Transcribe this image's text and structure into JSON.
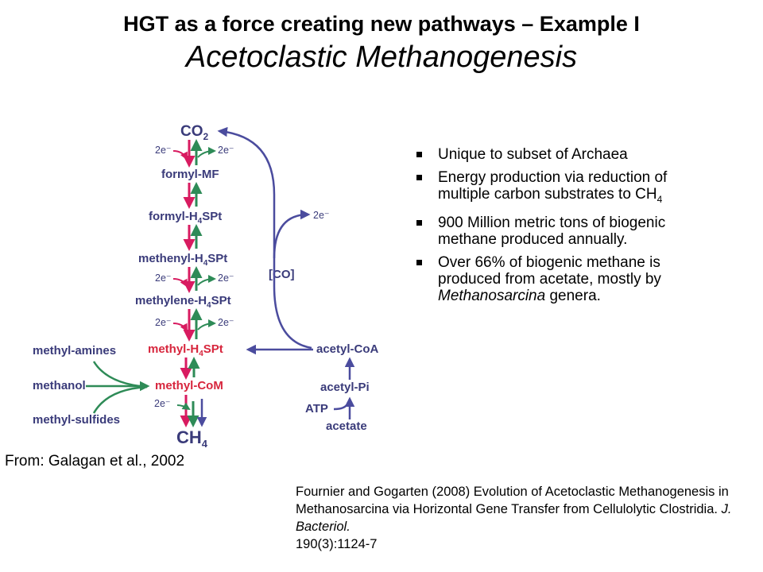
{
  "title": {
    "line1": "HGT as a force creating new pathways – Example I",
    "line2": "Acetoclastic Methanogenesis"
  },
  "diagram": {
    "labels": {
      "co2": "CO",
      "co2_sub": "2",
      "formyl_mf": "formyl-MF",
      "formyl_h4spt": "formyl-H",
      "formyl_h4spt_sub": "4",
      "formyl_h4spt_tail": "SPt",
      "methenyl_h4spt": "methenyl-H",
      "methenyl_h4spt_sub": "4",
      "methenyl_h4spt_tail": "SPt",
      "methylene_h4spt": "methylene-H",
      "methylene_h4spt_sub": "4",
      "methylene_h4spt_tail": "SPt",
      "methyl_h4spt": "methyl-H",
      "methyl_h4spt_sub": "4",
      "methyl_h4spt_tail": "SPt",
      "methyl_com": "methyl-CoM",
      "ch4": "CH",
      "ch4_sub": "4",
      "methyl_amines": "methyl-amines",
      "methanol": "methanol",
      "methyl_sulfides": "methyl-sulfides",
      "acetyl_coa": "acetyl-CoA",
      "acetyl_pi": "acetyl-Pi",
      "atp": "ATP",
      "acetate": "acetate",
      "co_bracket": "[CO]",
      "electrons": "2e⁻"
    },
    "colors": {
      "reductive": "#d81b60",
      "methylotrophic": "#2e8b57",
      "acetoclastic": "#4b4c9e",
      "red_label": "#d7263d"
    }
  },
  "bullets": {
    "item1": "Unique to subset of Archaea",
    "item2_text": "Energy production via reduction of multiple carbon substrates to CH",
    "item2_sub": "4",
    "item3": "900 Million metric tons of biogenic methane produced annually.",
    "item4_pre": "Over 66% of biogenic methane is produced from acetate, mostly by ",
    "item4_italic": "Methanosarcina",
    "item4_post": " genera."
  },
  "credit": "From: Galagan et al., 2002",
  "citation": {
    "text": "Fournier and Gogarten (2008) Evolution of Acetoclastic Methanogenesis in Methanosarcina via Horizontal Gene Transfer from Cellulolytic Clostridia. ",
    "journal": "J. Bacteriol.",
    "volume": "190(3):1124-7"
  }
}
